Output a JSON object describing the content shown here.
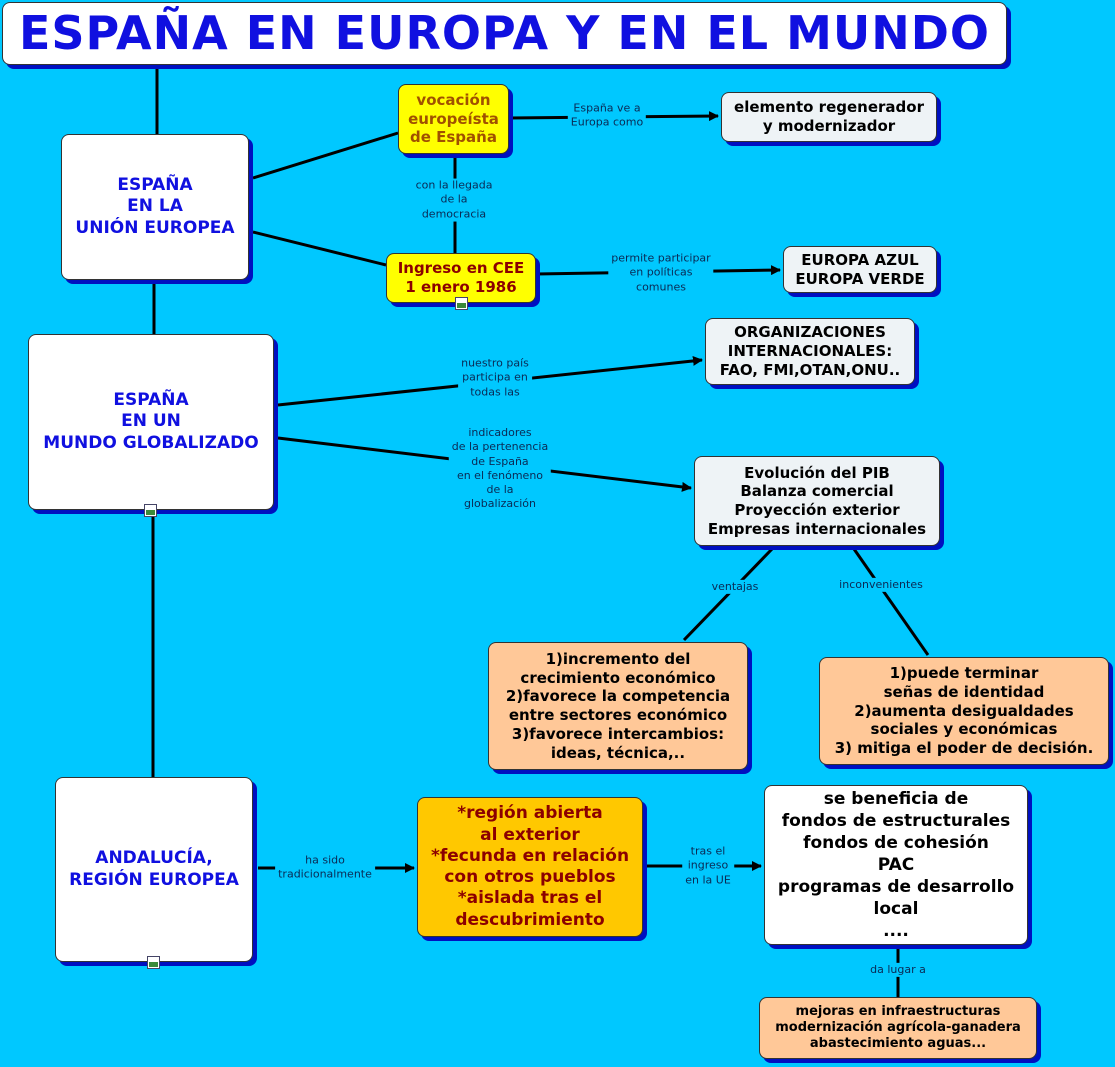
{
  "title": "ESPAÑA EN EUROPA Y EN EL MUNDO",
  "nodes": {
    "ue": "ESPAÑA\nEN LA\nUNIÓN EUROPEA",
    "vocacion": "vocación\neuropeísta\nde España",
    "ingreso": "Ingreso en CEE\n1 enero 1986",
    "regenerador": "elemento regenerador\ny modernizador",
    "azul": "EUROPA AZUL\nEUROPA VERDE",
    "organizaciones": "ORGANIZACIONES\nINTERNACIONALES:\nFAO, FMI,OTAN,ONU..",
    "global": "ESPAÑA\nEN UN\nMUNDO GLOBALIZADO",
    "pib": "Evolución del PIB\nBalanza comercial\nProyección exterior\nEmpresas internacionales",
    "ventajas": "1)incremento del\ncrecimiento económico\n2)favorece la competencia\nentre sectores económico\n3)favorece intercambios:\nideas, técnica,..",
    "inconvenientes": "1)puede terminar\nseñas de identidad\n2)aumenta desigualdades\nsociales y económicas\n3) mitiga el poder de decisión.",
    "andalucia": "ANDALUCÍA,\nREGIÓN EUROPEA",
    "region": "*región abierta\nal exterior\n*fecunda en relación\ncon otros pueblos\n*aislada tras el\ndescubrimiento",
    "beneficia": "se beneficia de\nfondos de estructurales\nfondos de cohesión\nPAC\nprogramas de desarrollo\nlocal\n....",
    "mejoras": "mejoras en infraestructuras\nmodernización agrícola-ganadera\nabastecimiento aguas..."
  },
  "links": {
    "ve": "España ve a\nEuropa como",
    "llegada": "con la llegada\nde la\ndemocracia",
    "permite": "permite participar\nen políticas\ncomunes",
    "participa": "nuestro país\nparticipa en\ntodas las",
    "indicadores": "indicadores\nde la pertenencia\nde España\nen el fenómeno\nde la\nglobalización",
    "ventajas": "ventajas",
    "inconvenientes": "inconvenientes",
    "ha_sido": "ha sido\ntradicionalmente",
    "tras": "tras el\ningreso\nen la UE",
    "da_lugar": "da lugar a"
  },
  "colors": {
    "background": "#00c8ff",
    "title": "#1010e0",
    "shadow": "#0010c0"
  }
}
